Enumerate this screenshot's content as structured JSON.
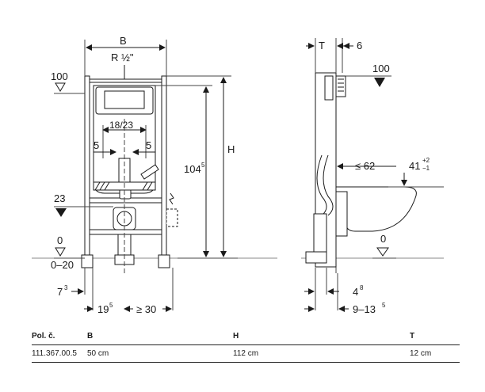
{
  "front_view": {
    "label_B": "B",
    "label_R": "R ½\"",
    "label_H": "H",
    "ref_100": "100",
    "ref_0": "0",
    "ref_0_20": "0–20",
    "ref_23": "23",
    "span_18_23": "18/23",
    "offset_5_left": "5",
    "offset_5_right": "5",
    "height_104": "104",
    "height_104_sup": "5",
    "dim_7": "7",
    "dim_7_sup": "3",
    "dim_19": "19",
    "dim_19_sup": "5",
    "dim_ge30": "≥ 30"
  },
  "side_view": {
    "label_T": "T",
    "dim_6": "6",
    "ref_100": "100",
    "dim_le62": "≤ 62",
    "dim_41": "41",
    "dim_41_plus": "+2",
    "dim_41_minus": "−1",
    "ref_0": "0",
    "dim_4": "4",
    "dim_4_sup": "8",
    "dim_9_13": "9–13",
    "dim_9_13_sup": "5"
  },
  "spec_table": {
    "headers": [
      "Pol. č.",
      "B",
      "H",
      "T"
    ],
    "rows": [
      [
        "111.367.00.5",
        "50 cm",
        "112 cm",
        "12 cm"
      ]
    ]
  }
}
